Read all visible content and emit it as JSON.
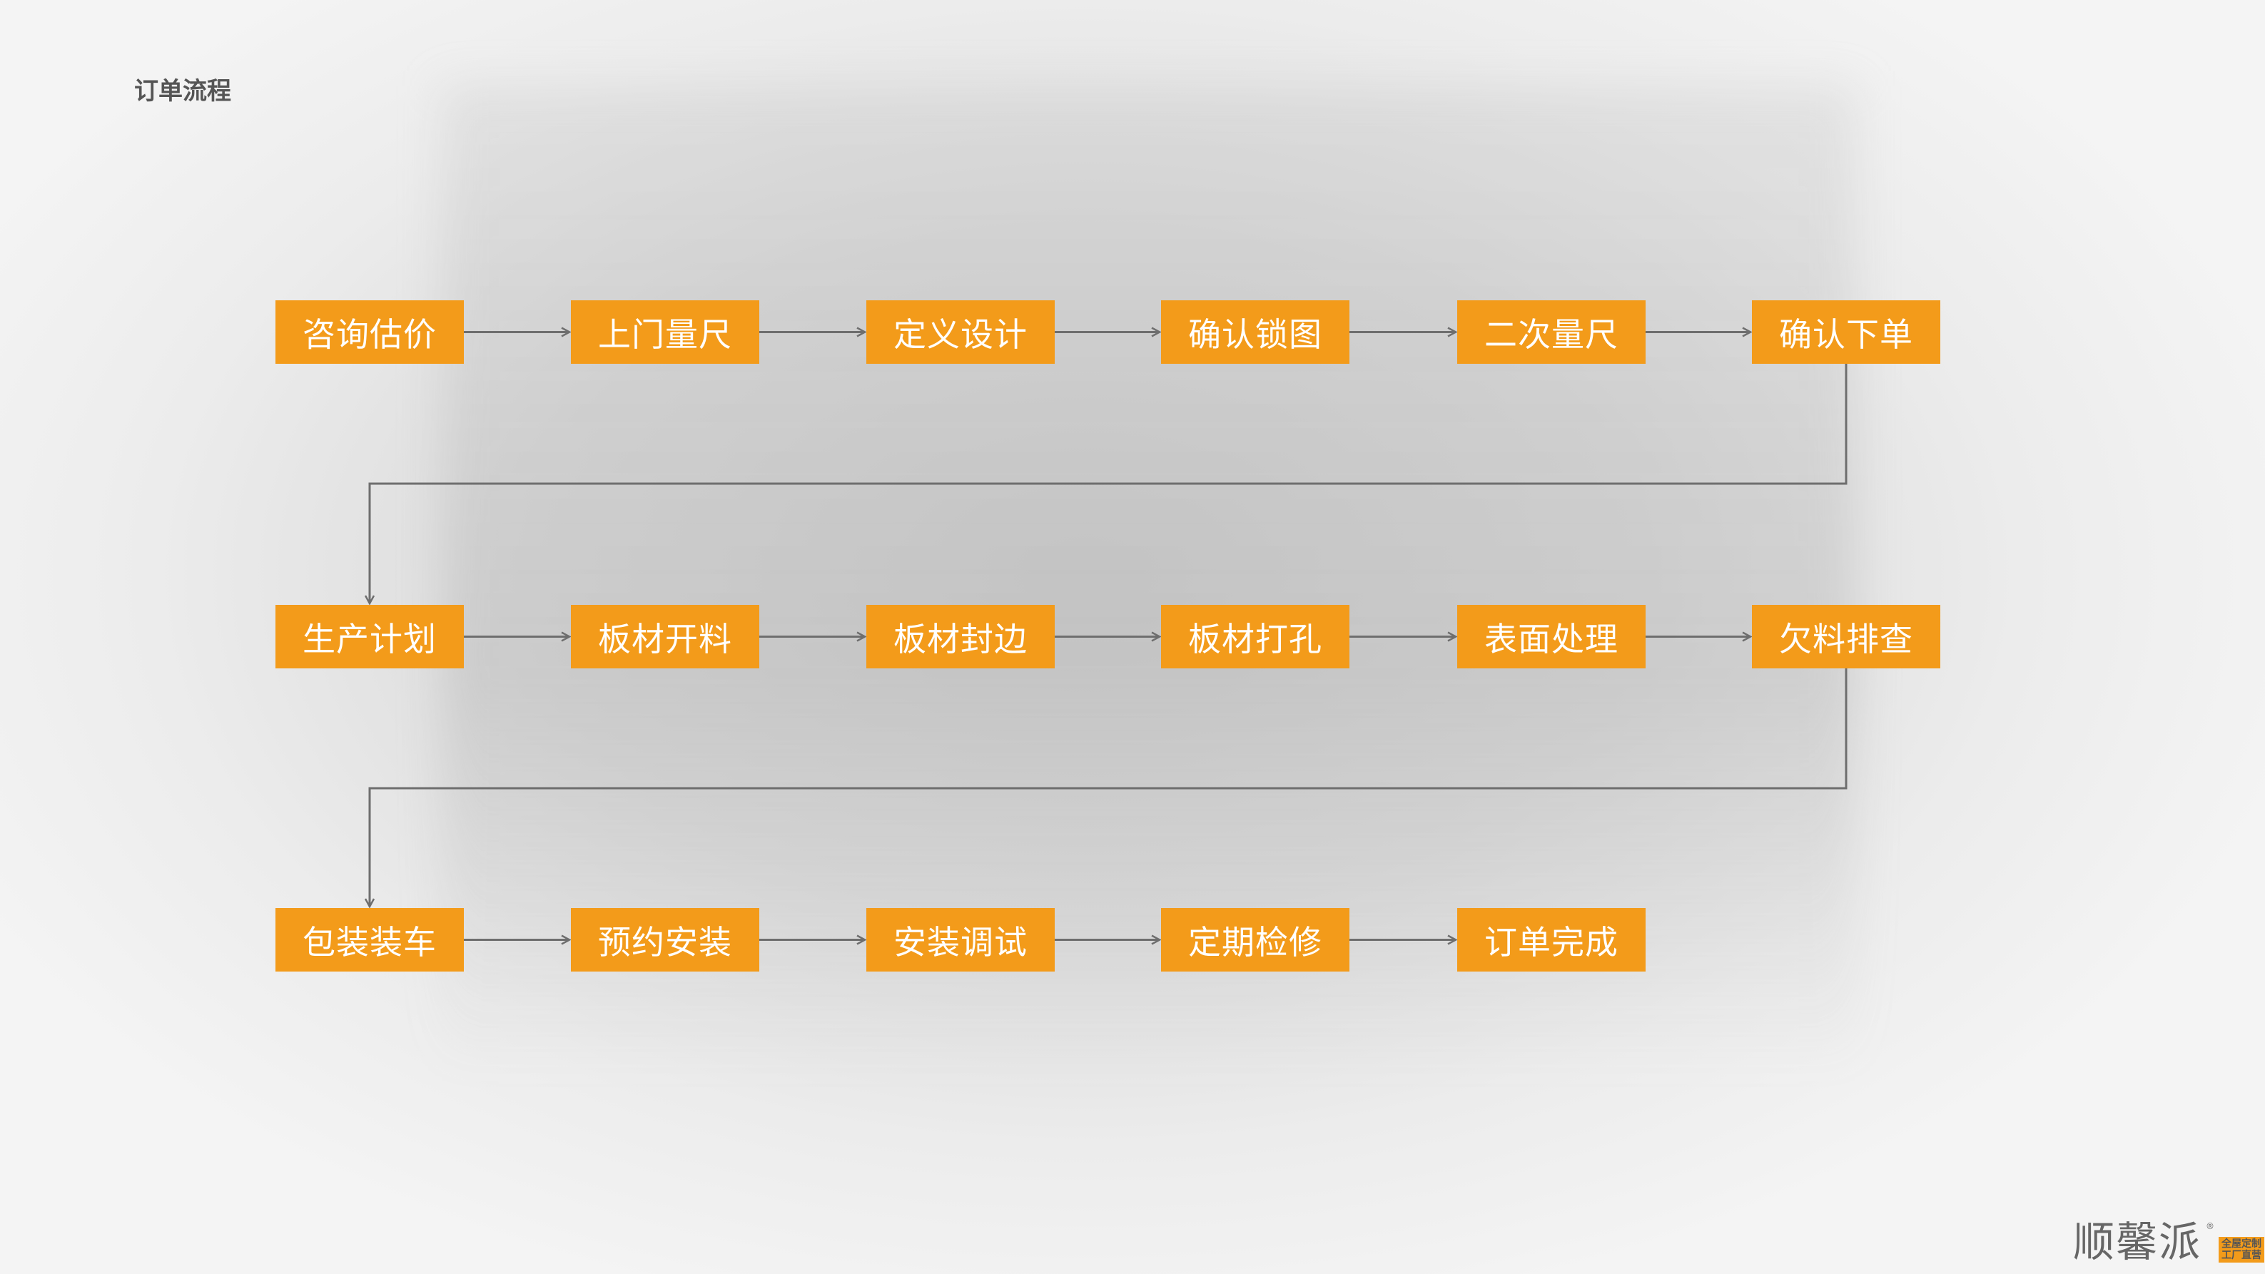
{
  "title": "订单流程",
  "rows": [
    [
      "咨询估价",
      "上门量尺",
      "定义设计",
      "确认锁图",
      "二次量尺",
      "确认下单"
    ],
    [
      "生产计划",
      "板材开料",
      "板材封边",
      "板材打孔",
      "表面处理",
      "欠料排查"
    ],
    [
      "包装装车",
      "预约安装",
      "安装调试",
      "定期检修",
      "订单完成"
    ]
  ],
  "logo": {
    "name": "顺馨派",
    "tagline_1": "全屋定制",
    "tagline_2": "工厂直营",
    "mark": "®"
  },
  "colors": {
    "box": "#f39b1a",
    "line": "#6e6e6e"
  }
}
